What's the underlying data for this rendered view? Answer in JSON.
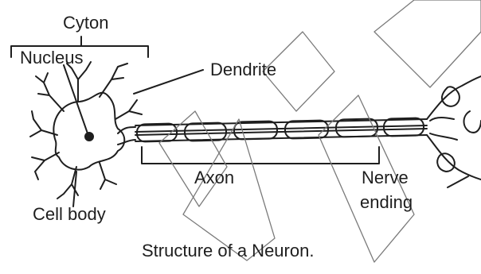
{
  "labels": {
    "cyton": "Cyton",
    "nucleus": "Nucleus",
    "dendrite": "Dendrite",
    "axon": "Axon",
    "nerve_ending_line1": "Nerve",
    "nerve_ending_line2": "ending",
    "cell_body": "Cell body"
  },
  "caption": "Structure of a Neuron.",
  "colors": {
    "ink": "#1e1e1e",
    "watermark": "#7a7a7a",
    "background": "#ffffff"
  }
}
